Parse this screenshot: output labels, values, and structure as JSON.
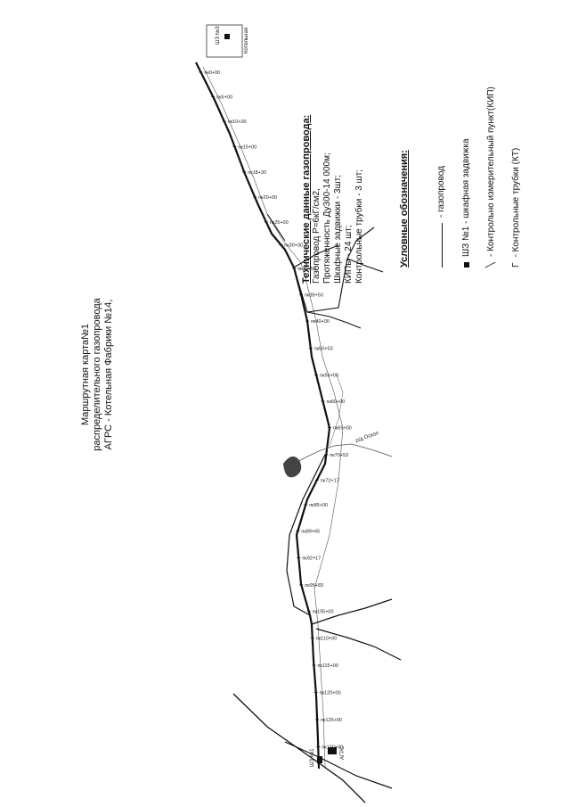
{
  "title": {
    "line1": "Маршрутная карта№1",
    "line2": "распределительного газопровода",
    "line3": "АГРС - Котельная Фабрики №14,"
  },
  "tech_specs": {
    "heading": "Технические данные газопровода:",
    "lines": [
      "Газопровод Р=6кГ/см2,",
      "Протяженность Ду300-14 000м;",
      "Шкафные задвижки - 3шт;",
      "КИПы - 24 шт;",
      "Контрольные трубки - 3 шт;"
    ]
  },
  "legend": {
    "heading": "Условные обозначения:",
    "items": [
      {
        "label": "- газопровод"
      },
      {
        "label": "ШЗ №1  - шкафная задвижка"
      },
      {
        "label": "- Контрольно измерительный пункт(КИП)"
      },
      {
        "label": "- Контрольные трубки (КТ)"
      }
    ]
  },
  "pickets": [
    "пк0+00",
    "пк5+00",
    "пк10+00",
    "пк15+00",
    "пк18+30",
    "пк20+00",
    "пк25+00",
    "пк30+30",
    "пк35+50",
    "пк39+50",
    "пк40+00",
    "пк50+53",
    "пк55+00",
    "пк60+00",
    "пк65+00",
    "пк70+53",
    "пк72+17",
    "пк85+00",
    "пк89+65",
    "пк92+17",
    "пк95+83",
    "пк105+00",
    "пк110+00",
    "пк115+00",
    "пк120+00",
    "пк125+00",
    "пк130+00"
  ],
  "place_labels": {
    "agrs": "АГРС",
    "end_building": "Котельная",
    "river": "р/д Оскол",
    "valve_start": "ШЗ №1",
    "valve_end": "ШЗ №3"
  },
  "colors": {
    "line": "#111111",
    "thin": "#555555"
  }
}
